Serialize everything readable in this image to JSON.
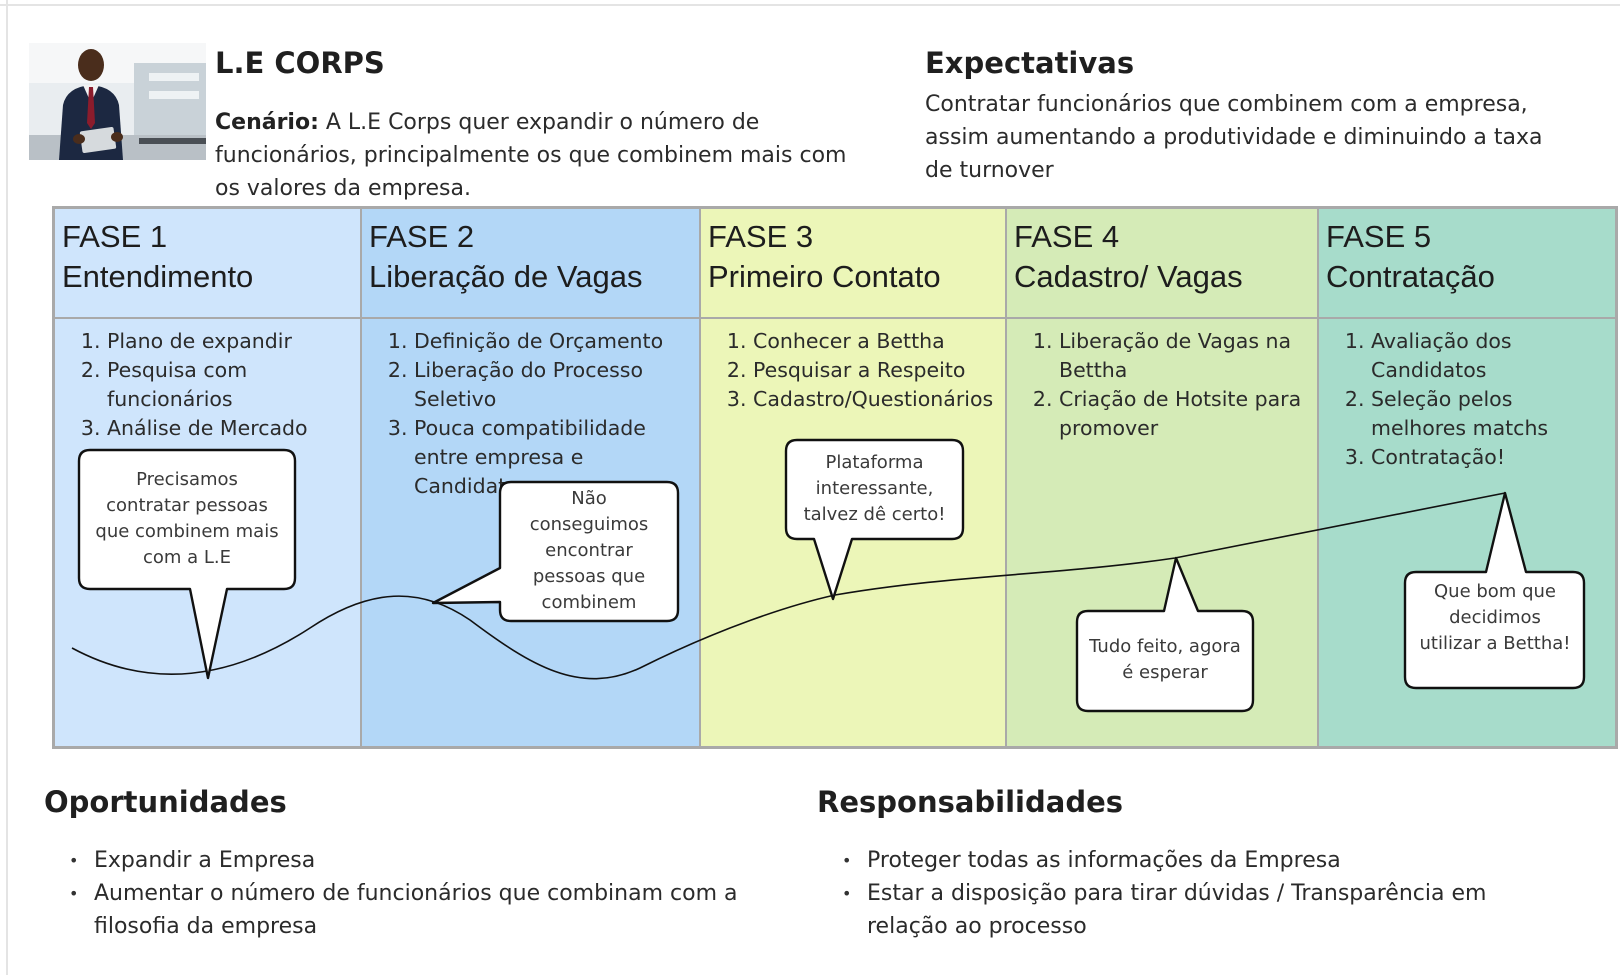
{
  "header": {
    "company": "L.E CORPS",
    "scenario_label": "Cenário:",
    "scenario_text": " A L.E Corps quer expandir o número de funcionários, principalmente os que combinem mais com os valores da empresa."
  },
  "expectations": {
    "title": "Expectativas",
    "text": "Contratar funcionários que combinem com a empresa, assim aumentando a produtividade e diminuindo a taxa de turnover"
  },
  "colors": {
    "phase1": "#cfe5fc",
    "phase2": "#b3d7f7",
    "phase3": "#ecf6b8",
    "phase4": "#d5ebb7",
    "phase5": "#a7dccb"
  },
  "phases": [
    {
      "label": "FASE 1",
      "name": "Entendimento",
      "items": [
        "Plano de expandir",
        "Pesquisa com funcionários",
        "Análise de Mercado"
      ]
    },
    {
      "label": "FASE 2",
      "name": "Liberação de Vagas",
      "items": [
        "Definição de Orçamento",
        "Liberação do Processo Seletivo",
        "Pouca compatibilidade entre empresa e Candidatos"
      ]
    },
    {
      "label": "FASE 3",
      "name": "Primeiro Contato",
      "items": [
        "Conhecer a Bettha",
        "Pesquisar a Respeito",
        "Cadastro/Questionários"
      ]
    },
    {
      "label": "FASE 4",
      "name": "Cadastro/ Vagas",
      "items": [
        "Liberação de Vagas na Bettha",
        "Criação de Hotsite para promover"
      ]
    },
    {
      "label": "FASE 5",
      "name": "Contratação",
      "items": [
        "Avaliação dos Candidatos",
        "Seleção pelos melhores matchs",
        "Contratação!"
      ]
    }
  ],
  "bubbles": [
    "Precisamos contratar pessoas que combinem mais com a L.E",
    "Não conseguimos encontrar pessoas que combinem",
    "Plataforma interessante, talvez dê certo!",
    "Tudo feito, agora é esperar",
    "Que bom que decidimos utilizar a Bettha!"
  ],
  "opportunities": {
    "title": "Oportunidades",
    "items": [
      "Expandir a Empresa",
      "Aumentar o número de funcionários que combinam com a filosofia da empresa"
    ]
  },
  "responsibilities": {
    "title": "Responsabilidades",
    "items": [
      "Proteger todas as informações da Empresa",
      "Estar a disposição para tirar dúvidas / Transparência em relação ao processo"
    ]
  }
}
